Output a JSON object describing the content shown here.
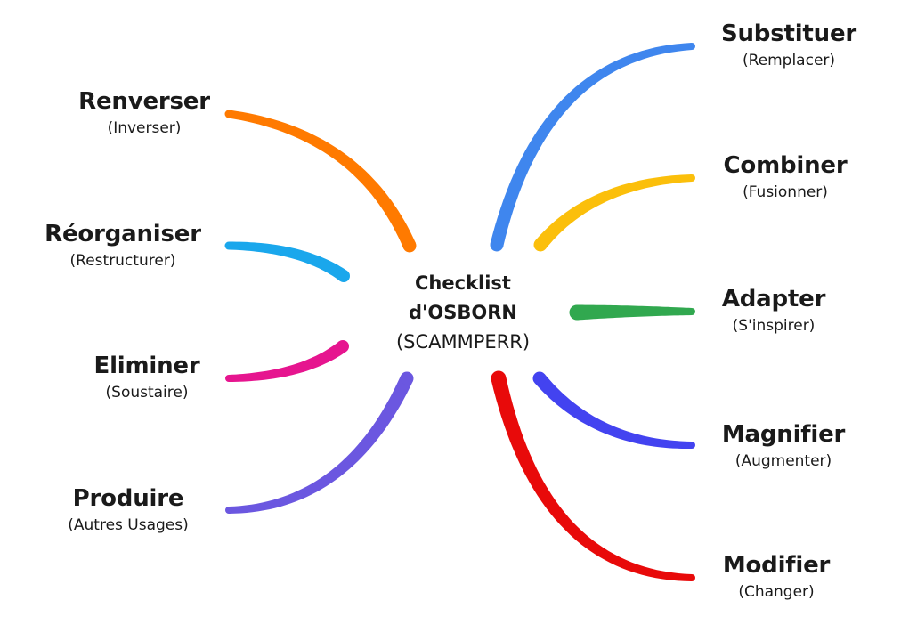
{
  "center": {
    "line1": "Checklist",
    "line2": "d'OSBORN",
    "line3": "(SCAMMPERR)"
  },
  "branches": [
    {
      "key": "renverser",
      "title": "Renverser",
      "subtitle": "(Inverser)",
      "color": "#FF7A00",
      "side": "left"
    },
    {
      "key": "reorganiser",
      "title": "Réorganiser",
      "subtitle": "(Restructurer)",
      "color": "#1AA7EC",
      "side": "left"
    },
    {
      "key": "eliminer",
      "title": "Eliminer",
      "subtitle": "(Soustaire)",
      "color": "#E6158F",
      "side": "left"
    },
    {
      "key": "produire",
      "title": "Produire",
      "subtitle": "(Autres Usages)",
      "color": "#6B57E0",
      "side": "left"
    },
    {
      "key": "substituer",
      "title": "Substituer",
      "subtitle": "(Remplacer)",
      "color": "#3F86EE",
      "side": "right"
    },
    {
      "key": "combiner",
      "title": "Combiner",
      "subtitle": "(Fusionner)",
      "color": "#FBBF0B",
      "side": "right"
    },
    {
      "key": "adapter",
      "title": "Adapter",
      "subtitle": "(S'inspirer)",
      "color": "#31A84F",
      "side": "right"
    },
    {
      "key": "magnifier",
      "title": "Magnifier",
      "subtitle": "(Augmenter)",
      "color": "#4343F0",
      "side": "right"
    },
    {
      "key": "modifier",
      "title": "Modifier",
      "subtitle": "(Changer)",
      "color": "#E80A0A",
      "side": "right"
    }
  ]
}
